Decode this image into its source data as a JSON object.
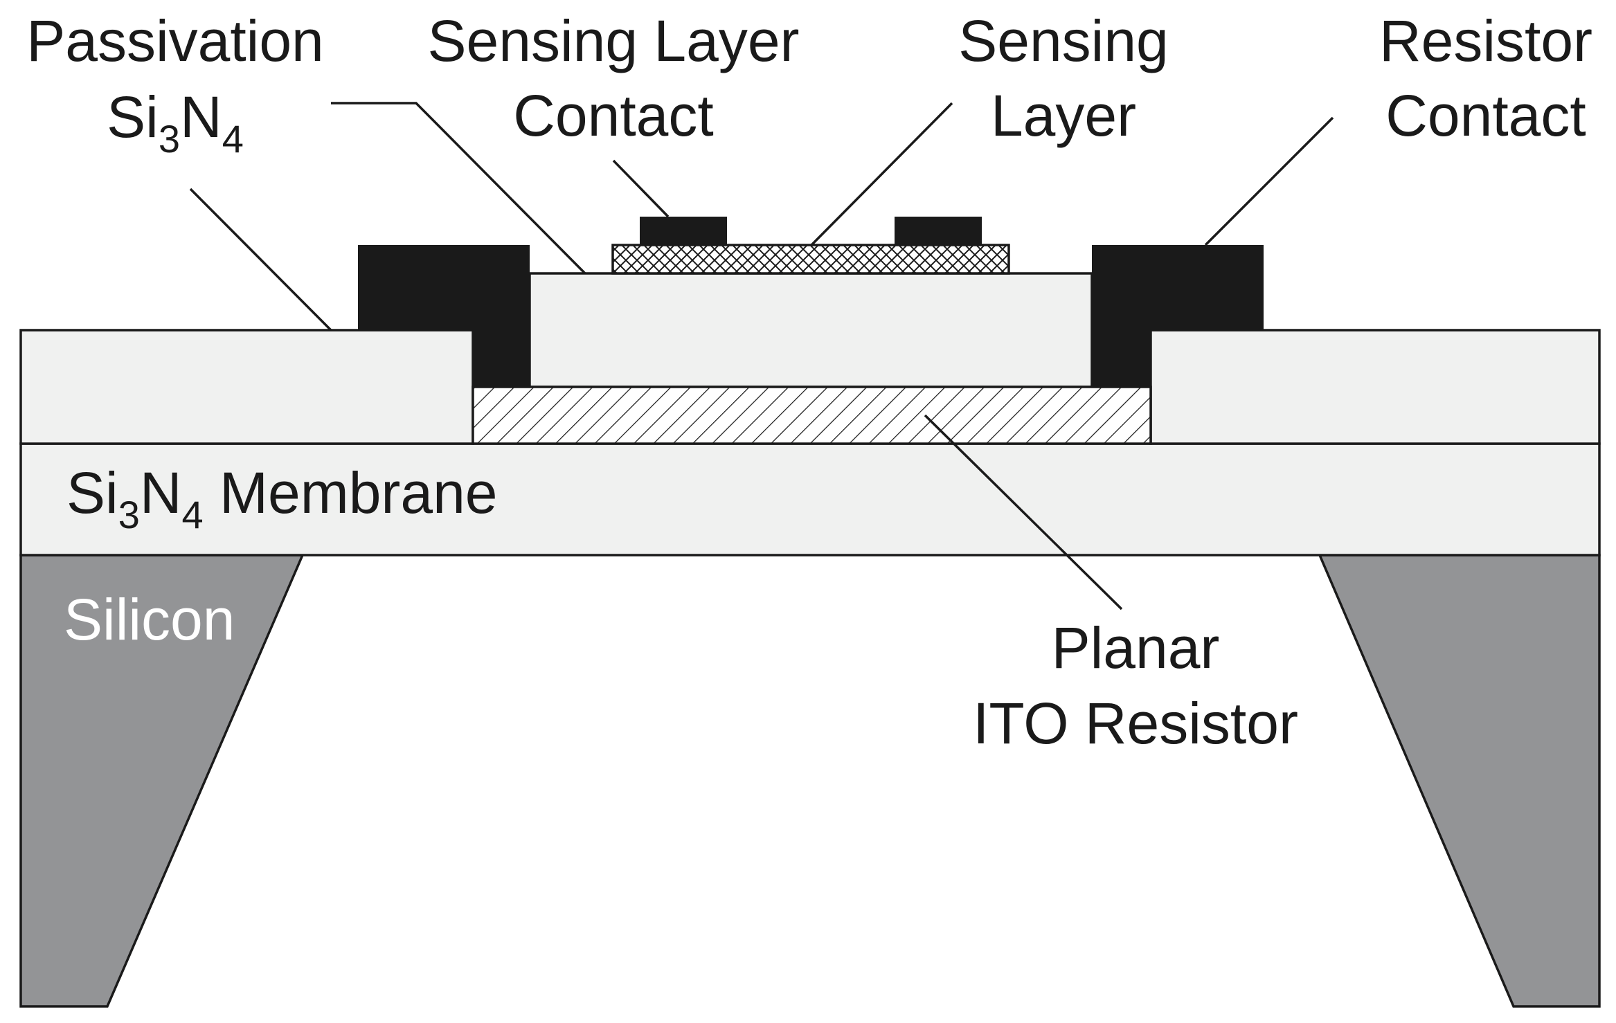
{
  "colors": {
    "background": "#ffffff",
    "layer_fill": "#f0f1f0",
    "metal": "#1a1a1a",
    "silicon": "#939496",
    "outline": "#1a1a1a"
  },
  "labels": {
    "passivation": {
      "line1": "Passivation",
      "line2_main": "Si",
      "line2_sub1": "3",
      "line2_mid": "N",
      "line2_sub2": "4"
    },
    "sensing_layer_contact": {
      "line1": "Sensing Layer",
      "line2": "Contact"
    },
    "sensing_layer": {
      "line1": "Sensing",
      "line2": "Layer"
    },
    "resistor_contact": {
      "line1": "Resistor",
      "line2": "Contact"
    },
    "membrane": {
      "main": "Si",
      "sub1": "3",
      "mid": "N",
      "sub2": "4",
      "rest": " Membrane"
    },
    "silicon": "Silicon",
    "ito_resistor": {
      "line1": "Planar",
      "line2": "ITO Resistor"
    }
  }
}
